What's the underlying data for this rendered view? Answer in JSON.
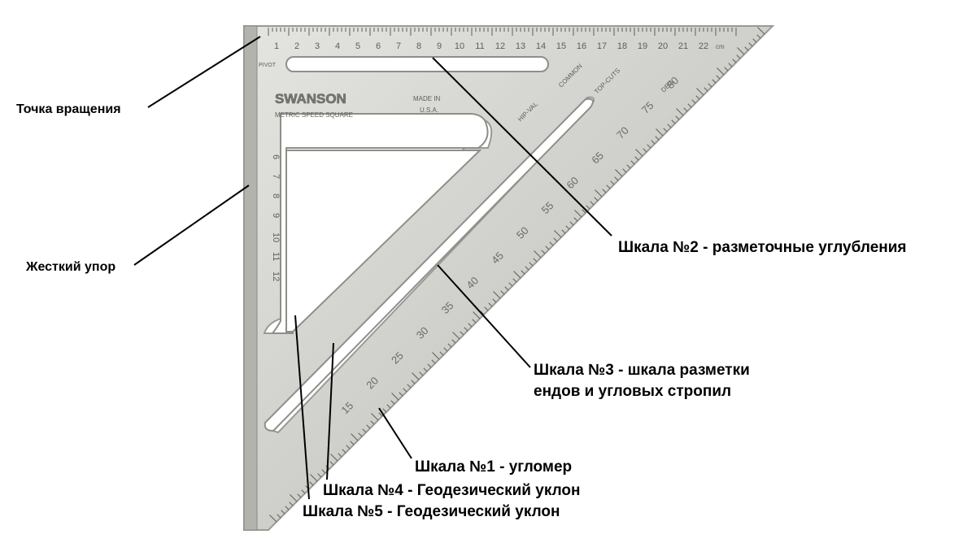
{
  "square": {
    "brand": "SWANSON",
    "subtitle": "METRIC SPEED SQUARE",
    "made_in": "MADE IN",
    "country": "U.S.A.",
    "pivot": "PIVOT",
    "unit": "cm",
    "top_scale": [
      "1",
      "2",
      "3",
      "4",
      "5",
      "6",
      "7",
      "8",
      "9",
      "10",
      "11",
      "12",
      "13",
      "14",
      "15",
      "16",
      "17",
      "18",
      "19",
      "20",
      "21",
      "22"
    ],
    "left_scale": [
      "6",
      "7",
      "8",
      "9",
      "10",
      "11",
      "12"
    ],
    "hip_val": "HIP-VAL",
    "common": "COMMON",
    "top_cuts": "TOP-CUTS",
    "deg": "DEG.",
    "angle_marks": [
      "15",
      "20",
      "25",
      "30",
      "35",
      "40",
      "45",
      "50",
      "55",
      "60",
      "65",
      "70",
      "75",
      "80"
    ]
  },
  "labels": {
    "pivot_point": "Точка вращения",
    "fence": "Жесткий упор",
    "scale2": "Шкала №2 - разметочные углубления",
    "scale3_line1": "Шкала №3 - шкала разметки",
    "scale3_line2": "ендов и угловых стропил",
    "scale1": "Шкала №1 - угломер",
    "scale4": "Шкала №4 - Геодезический уклон",
    "scale5": "Шкала №5 - Геодезический уклон"
  },
  "colors": {
    "metal_light": "#d9d9d6",
    "metal_mid": "#c2c2be",
    "metal_dark": "#8f8f8a",
    "engraving": "#5e5e59",
    "leader": "#000000"
  }
}
